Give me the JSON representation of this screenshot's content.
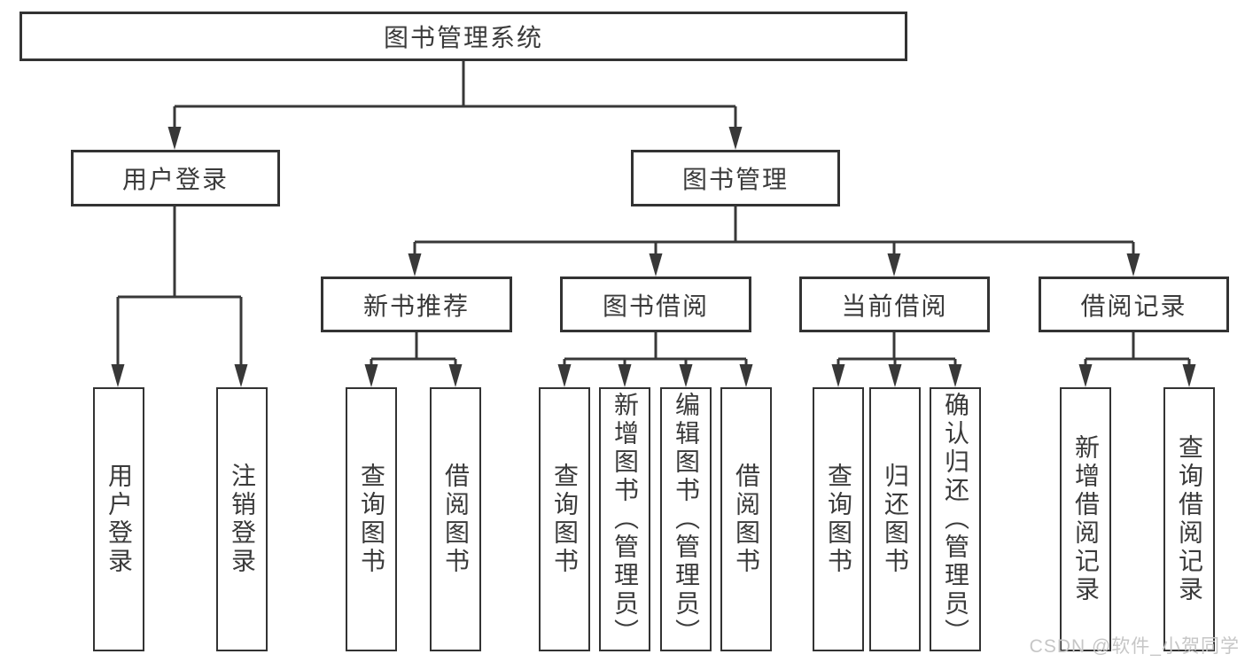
{
  "diagram": {
    "root": {
      "label": "图书管理系统"
    },
    "level2": [
      {
        "label": "用户登录"
      },
      {
        "label": "图书管理"
      }
    ],
    "level3": [
      {
        "label": "新书推荐"
      },
      {
        "label": "图书借阅"
      },
      {
        "label": "当前借阅"
      },
      {
        "label": "借阅记录"
      }
    ],
    "leaves": [
      {
        "label": "用户登录"
      },
      {
        "label": "注销登录"
      },
      {
        "label": "查询图书"
      },
      {
        "label": "借阅图书"
      },
      {
        "label": "查询图书"
      },
      {
        "label": "新增图书（管理员）"
      },
      {
        "label": "编辑图书（管理员）"
      },
      {
        "label": "借阅图书"
      },
      {
        "label": "查询图书"
      },
      {
        "label": "归还图书"
      },
      {
        "label": "确认归还（管理员）"
      },
      {
        "label": "新增借阅记录"
      },
      {
        "label": "查询借阅记录"
      }
    ],
    "watermark": "CSDN @软件_小贺同学",
    "colors": {
      "line": "#383838",
      "border": "#333333",
      "text": "#3a3a3a",
      "watermark": "#c6c6c6",
      "background": "#ffffff"
    }
  }
}
